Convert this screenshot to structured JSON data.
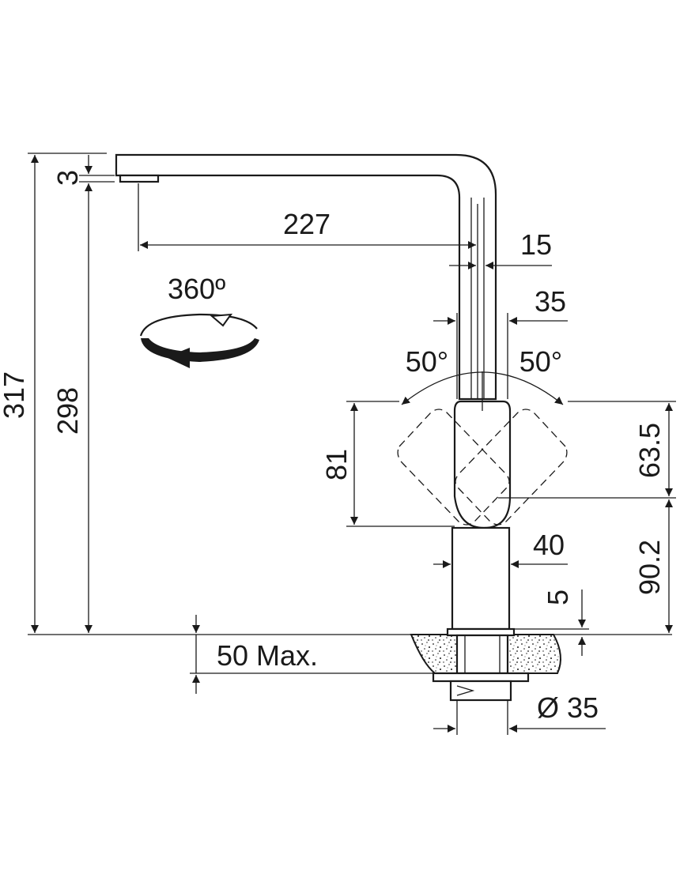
{
  "dimensions": {
    "total_height": "317",
    "spout_height": "298",
    "spout_thickness": "3",
    "spout_reach": "227",
    "spout_outer_width": "15",
    "body_upper_width": "35",
    "lever_angle_left": "50°",
    "lever_angle_right": "50°",
    "lever_height": "81",
    "lever_top": "63.5",
    "lever_pivot_height": "90.2",
    "body_lower_width": "40",
    "plate_thickness": "5",
    "worktop_max": "50 Max.",
    "hole_diameter": "Ø 35"
  },
  "rotation": {
    "label": "360º",
    "icon": "rotation-arrow-icon"
  },
  "colors": {
    "line": "#1a1a1a",
    "background": "#ffffff",
    "worktop_fill": "#ffffff"
  }
}
